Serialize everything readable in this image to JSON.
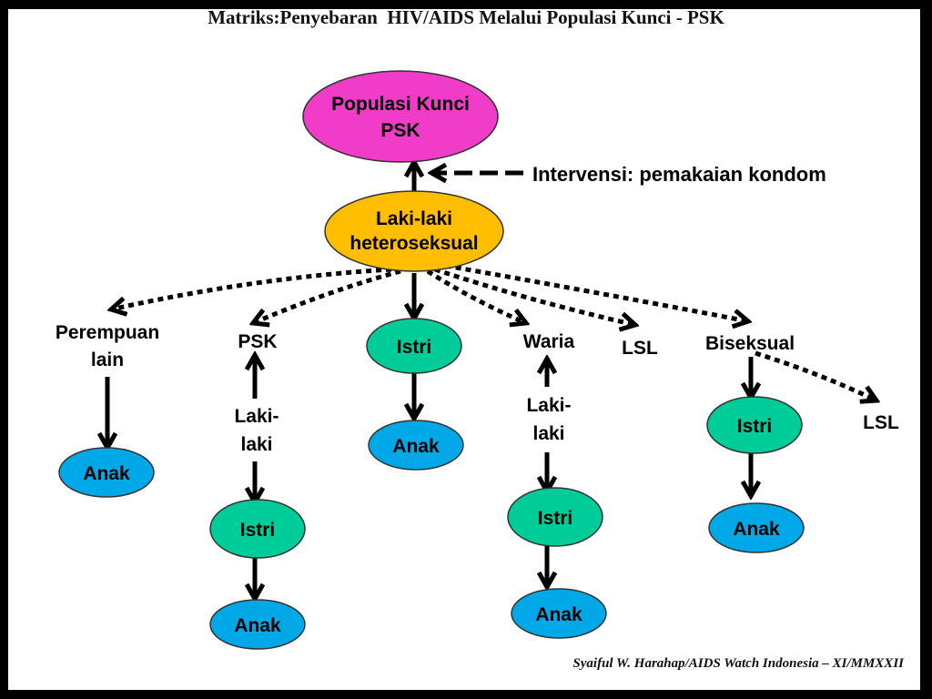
{
  "title": "Matriks:Penyebaran  HIV/AIDS Melalui Populasi Kunci - PSK",
  "credit": "Syaiful W. Harahap/AIDS Watch Indonesia – XI/MMXXII",
  "colors": {
    "populasi_kunci": "#F03CC8",
    "laki_laki": "#FFBE00",
    "istri": "#00CC99",
    "anak": "#00A8E8",
    "border": "#000000"
  },
  "nodes": {
    "populasi_kunci": [
      "Populasi Kunci",
      "PSK"
    ],
    "laki_laki_hetero": [
      "Laki-laki",
      "heteroseksual"
    ],
    "intervensi": "Intervensi: pemakaian kondom",
    "perempuan_lain": [
      "Perempuan",
      "lain"
    ],
    "psk": "PSK",
    "istri": "Istri",
    "waria": "Waria",
    "lsl": "LSL",
    "biseksual": "Biseksual",
    "lsl_2": "LSL",
    "laki_laki_psk": [
      "Laki-",
      "laki"
    ],
    "laki_laki_waria": [
      "Laki-",
      "laki"
    ],
    "anak": "Anak"
  }
}
